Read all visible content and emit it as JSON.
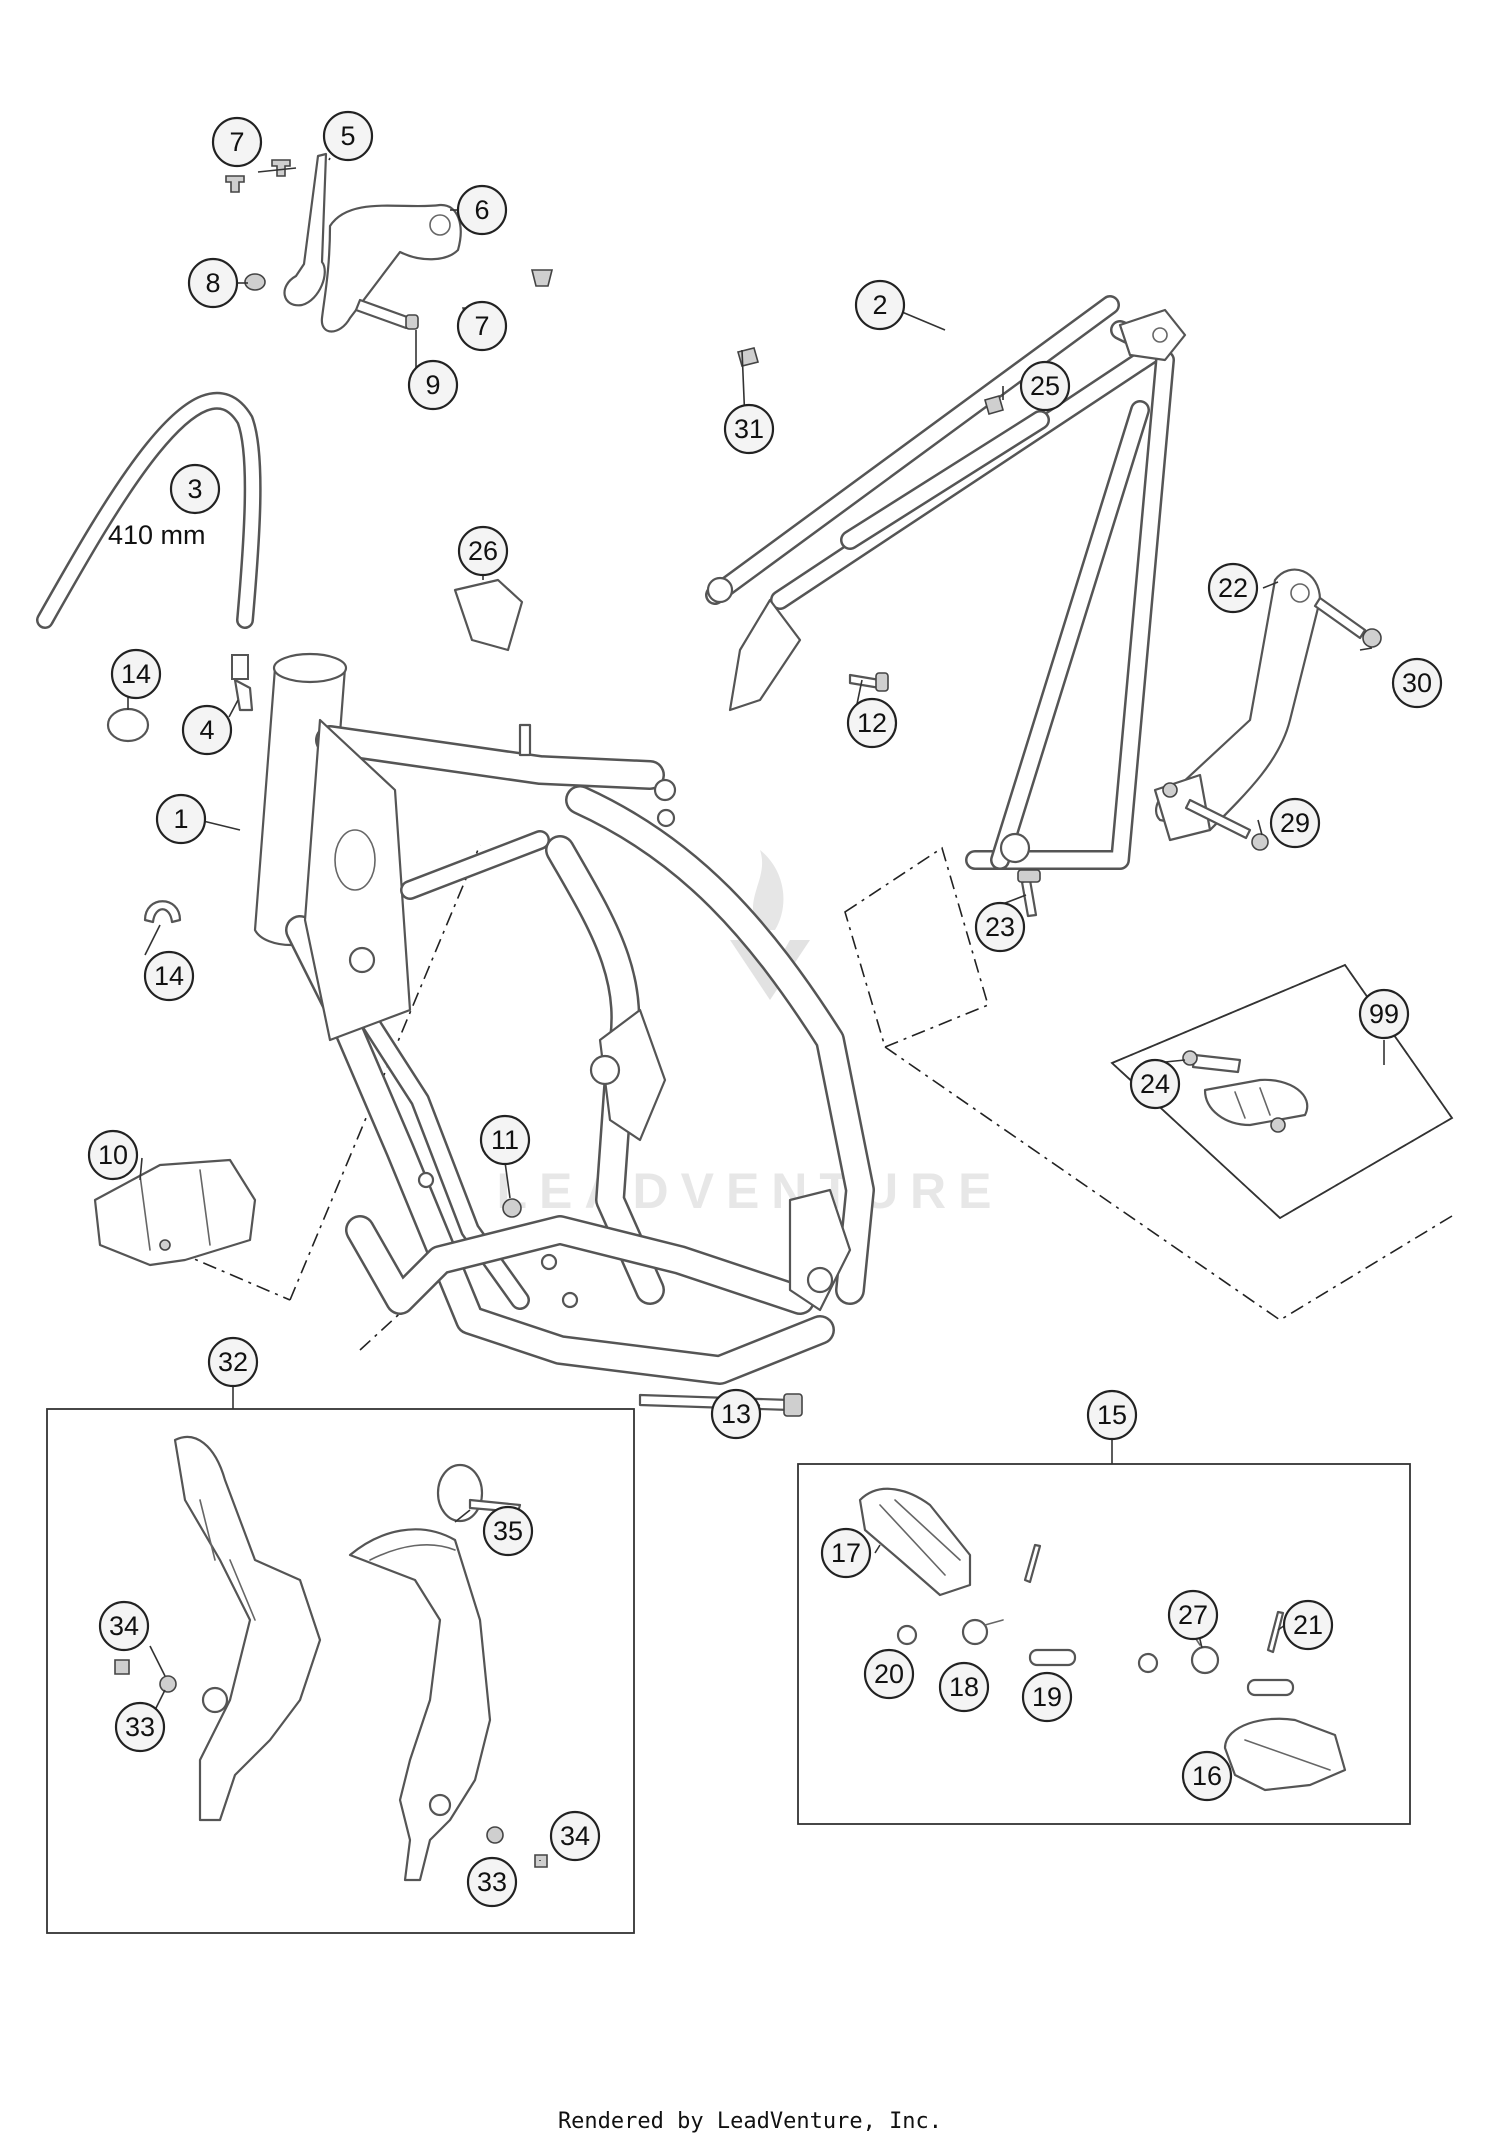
{
  "callouts": [
    "1",
    "2",
    "3",
    "4",
    "5",
    "6",
    "7",
    "7",
    "8",
    "9",
    "10",
    "11",
    "12",
    "13",
    "14",
    "14",
    "15",
    "16",
    "17",
    "18",
    "19",
    "20",
    "21",
    "22",
    "23",
    "24",
    "25",
    "26",
    "27",
    "29",
    "30",
    "31",
    "32",
    "33",
    "33",
    "34",
    "34",
    "35",
    "99"
  ],
  "hose_length_label": "410 mm",
  "watermark": "LEADVENTURE",
  "footer": "Rendered by LeadVenture, Inc."
}
